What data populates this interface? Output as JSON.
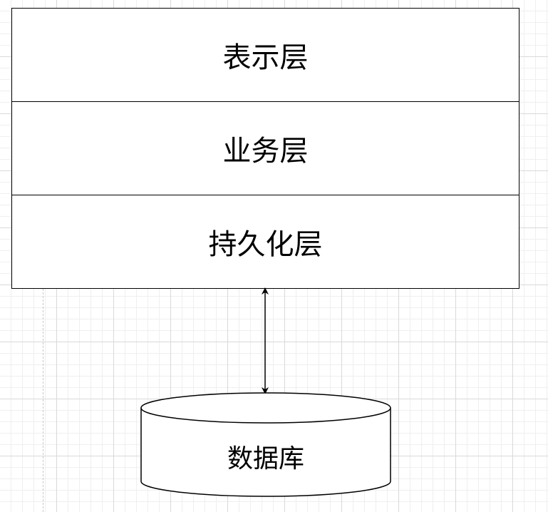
{
  "diagram": {
    "layers": [
      {
        "label": "表示层"
      },
      {
        "label": "业务层"
      },
      {
        "label": "持久化层"
      }
    ],
    "database": {
      "label": "数据库"
    },
    "connector": {
      "type": "bidirectional-arrow"
    }
  }
}
